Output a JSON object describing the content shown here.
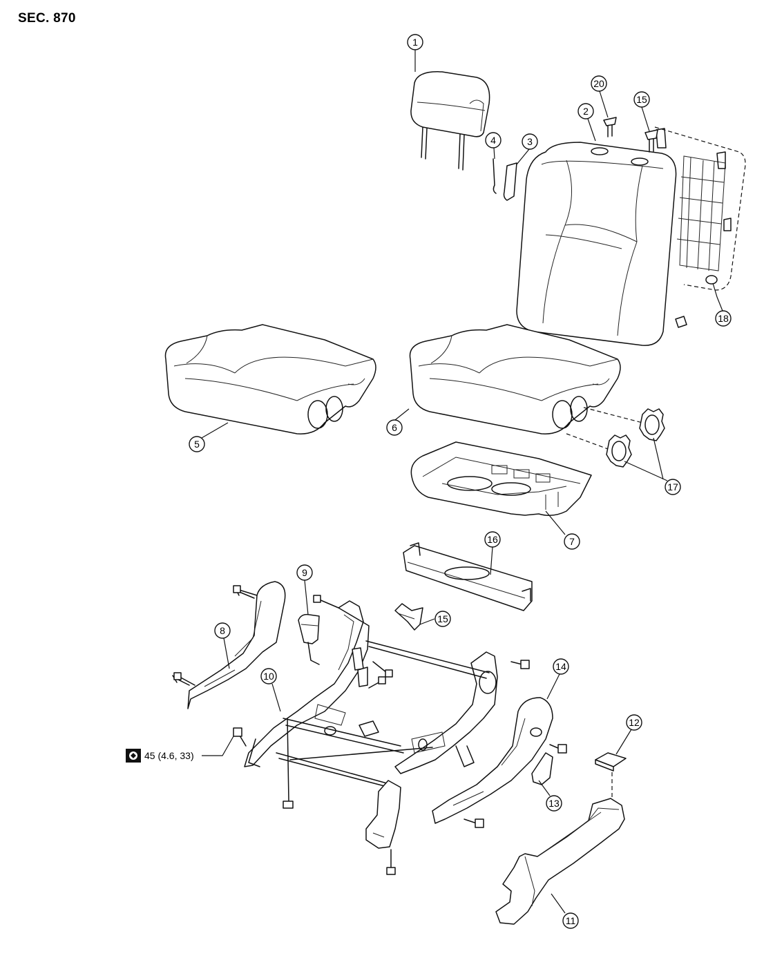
{
  "section_title": "SEC. 870",
  "callouts": {
    "c1": "1",
    "c2": "2",
    "c3": "3",
    "c4": "4",
    "c5": "5",
    "c6": "6",
    "c7": "7",
    "c8": "8",
    "c9": "9",
    "c10": "10",
    "c11": "11",
    "c12": "12",
    "c13": "13",
    "c14": "14",
    "c15a": "15",
    "c15b": "15",
    "c16": "16",
    "c17": "17",
    "c18": "18",
    "c20": "20"
  },
  "torque_spec": "45 (4.6, 33)",
  "icons": {
    "torque": "torque-wrench-icon"
  }
}
